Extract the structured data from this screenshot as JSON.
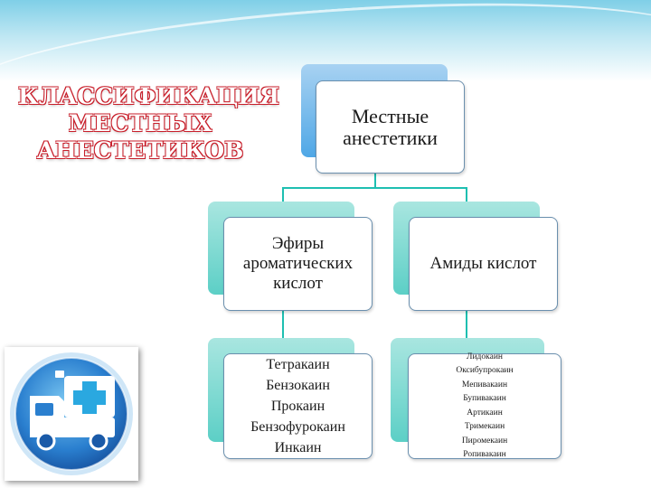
{
  "title": {
    "lines": [
      "КЛАССИФИКАЦИЯ",
      "МЕСТНЫХ",
      "АНЕСТЕТИКОВ"
    ]
  },
  "diagram": {
    "root": {
      "lines": [
        "Местные",
        "анестетики"
      ]
    },
    "esters": {
      "lines": [
        "Эфиры",
        "ароматических",
        "кислот"
      ],
      "drugs": [
        "Тетракаин",
        "Бензокаин",
        "Прокаин",
        "Бензофурокаин",
        "Инкаин"
      ]
    },
    "amides": {
      "lines": [
        "Амиды кислот"
      ],
      "drugs": [
        "Лидокаин",
        "Оксибупрокаин",
        "Мепивакаин",
        "Бупивакаин",
        "Артикаин",
        "Тримекаин",
        "Пиромекаин",
        "Ропивакаин"
      ]
    }
  },
  "icon": {
    "name": "ambulance-icon"
  },
  "colors": {
    "accent": "#1ebfb1",
    "title_outline": "#c81e2a",
    "root_fill": "#4fa7e6",
    "header_band": "#7fcfe7"
  }
}
